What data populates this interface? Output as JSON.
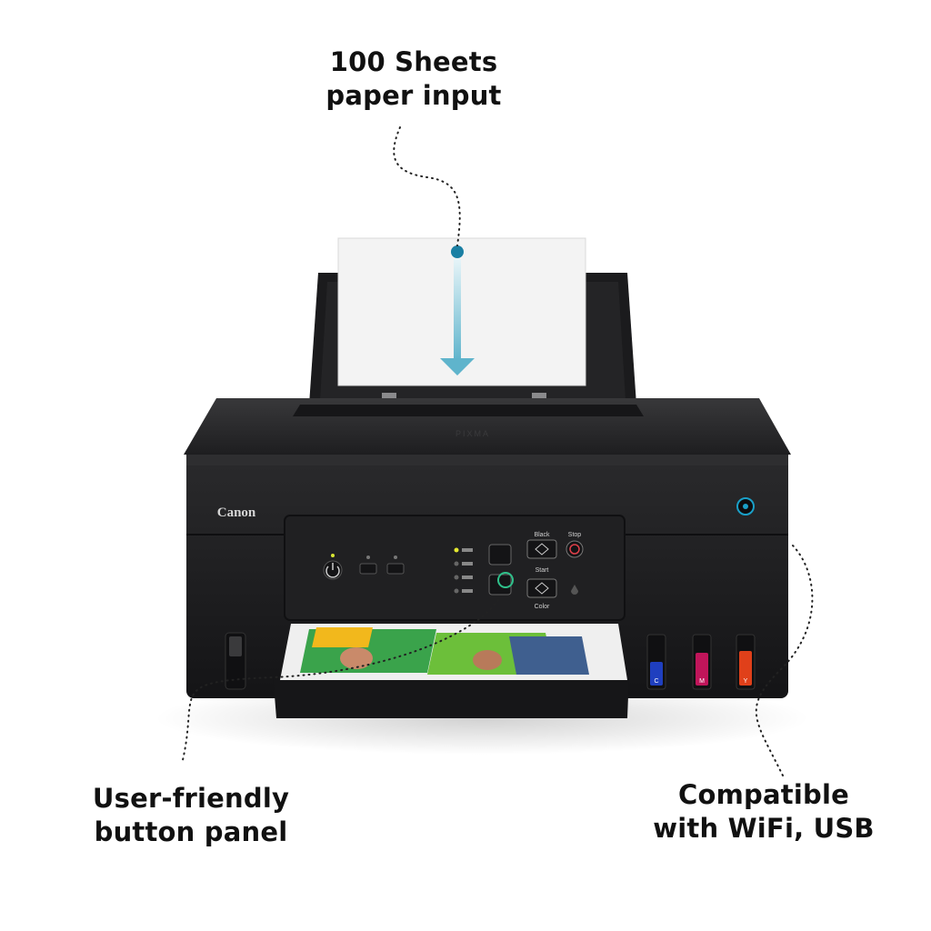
{
  "callouts": {
    "paper_input": [
      "100 Sheets",
      "paper input"
    ],
    "button_panel": [
      "User-friendly",
      "button panel"
    ],
    "connectivity": [
      "Compatible",
      "with WiFi, USB"
    ]
  },
  "printer": {
    "brand": "Canon",
    "model_mark": "PIXMA",
    "buttons": {
      "black_label": "Black",
      "stop_label": "Stop",
      "start_label": "Start",
      "color_label": "Color"
    },
    "ink_tanks": [
      {
        "label": "C",
        "color": "#1f3fbf"
      },
      {
        "label": "M",
        "color": "#c0155a"
      },
      {
        "label": "Y",
        "color": "#e0401a"
      }
    ]
  },
  "colors": {
    "accent": "#1aa0c8",
    "body": "#1c1c1e",
    "arrow": "#5fb4cc"
  }
}
